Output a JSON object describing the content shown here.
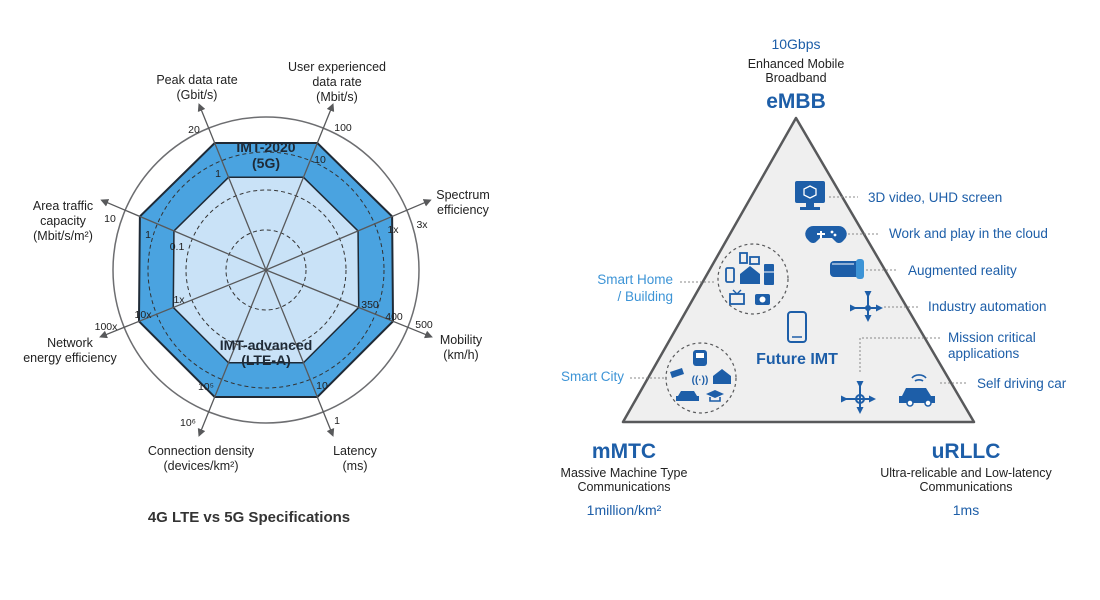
{
  "radar": {
    "title": "4G LTE vs 5G Specifications",
    "imt2020_label": [
      "IMT-2020",
      "(5G)"
    ],
    "imtadv_label": [
      "IMT-advanced",
      "(LTE-A)"
    ],
    "axes": [
      {
        "label": [
          "Peak data rate",
          "(Gbit/s)"
        ],
        "imt2020": "20",
        "imtadv": "1"
      },
      {
        "label": [
          "User experienced",
          "data rate",
          "(Mbit/s)"
        ],
        "imt2020": "100",
        "imtadv": "10"
      },
      {
        "label": [
          "Spectrum",
          "efficiency"
        ],
        "imt2020": "3x",
        "imtadv": "1x"
      },
      {
        "label": [
          "Mobility",
          "(km/h)"
        ],
        "imt2020": "500",
        "imtadv": "350",
        "imtmid": "400"
      },
      {
        "label": [
          "Latency",
          "(ms)"
        ],
        "imt2020": "1",
        "imtadv": "10"
      },
      {
        "label": [
          "Connection density",
          "(devices/km²)"
        ],
        "imt2020": "10⁶",
        "imtadv": "10⁵"
      },
      {
        "label": [
          "Network",
          "energy efficiency"
        ],
        "imt2020": "100x",
        "imtadv": "1x",
        "imtmid": "10x"
      },
      {
        "label": [
          "Area traffic",
          "capacity",
          "(Mbit/s/m²)"
        ],
        "imt2020": "10",
        "imtadv": "0.1",
        "imtmid": "1"
      }
    ]
  },
  "triangle": {
    "top": {
      "value": "10Gbps",
      "desc": [
        "Enhanced Mobile",
        "Broadband"
      ],
      "name": "eMBB"
    },
    "left": {
      "name": "mMTC",
      "desc": [
        "Massive Machine Type",
        "Communications"
      ],
      "value": "1million/km²"
    },
    "right": {
      "name": "uRLLC",
      "desc": [
        "Ultra-relicable and Low-latency",
        "Communications"
      ],
      "value": "1ms"
    },
    "center": "Future IMT",
    "apps": [
      {
        "label": "3D video, UHD screen",
        "icon": "monitor-icon"
      },
      {
        "label": "Work and play in the cloud",
        "icon": "gamepad-icon"
      },
      {
        "label": "Augmented reality",
        "icon": "vr-headset-icon"
      },
      {
        "label": "Industry automation",
        "icon": "industry-arrows-icon"
      },
      {
        "label": [
          "Mission critical",
          "applications"
        ],
        "icon": "mission-arrows-icon"
      },
      {
        "label": "Self driving car",
        "icon": "car-icon"
      }
    ],
    "smart_home": [
      "Smart Home",
      "/ Building"
    ],
    "smart_city": "Smart City"
  },
  "colors": {
    "dark_blue": "#1d5ea8",
    "mid_blue": "#3d94d6",
    "light_blue": "#c9e2f7",
    "outline": "#58595b",
    "triangle_fill": "#efefef"
  }
}
